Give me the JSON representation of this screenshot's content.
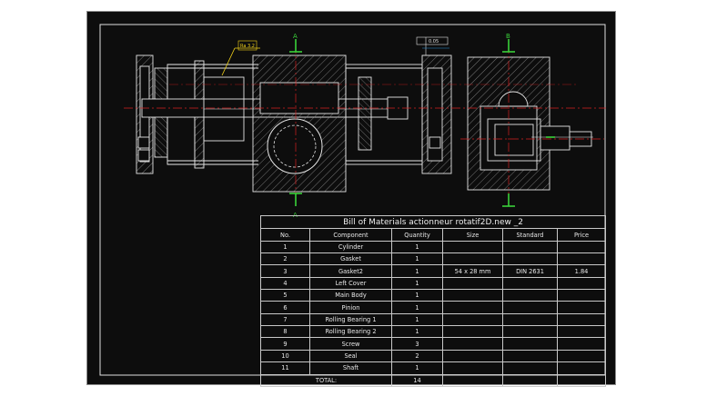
{
  "section_labels": {
    "a_top": "A",
    "a_bottom": "A",
    "b_top": "B"
  },
  "annotations": {
    "roughness": "Ra 3.2",
    "tolerance": "0.05"
  },
  "bom": {
    "title": "Bill of Materials actionneur rotatif2D.new _2",
    "headers": [
      "No.",
      "Component",
      "Quantity",
      "Size",
      "Standard",
      "Price"
    ],
    "rows": [
      [
        "1",
        "Cylinder",
        "1",
        "",
        "",
        ""
      ],
      [
        "2",
        "Gasket",
        "1",
        "",
        "",
        ""
      ],
      [
        "3",
        "Gasket2",
        "1",
        "54 x 28 mm",
        "DIN 2631",
        "1.84"
      ],
      [
        "4",
        "Left Cover",
        "1",
        "",
        "",
        ""
      ],
      [
        "5",
        "Main Body",
        "1",
        "",
        "",
        ""
      ],
      [
        "6",
        "Pinion",
        "1",
        "",
        "",
        ""
      ],
      [
        "7",
        "Rolling Bearing 1",
        "1",
        "",
        "",
        ""
      ],
      [
        "8",
        "Rolling Bearing 2",
        "1",
        "",
        "",
        ""
      ],
      [
        "9",
        "Screw",
        "3",
        "",
        "",
        ""
      ],
      [
        "10",
        "Seal",
        "2",
        "",
        "",
        ""
      ],
      [
        "11",
        "Shaft",
        "1",
        "",
        "",
        ""
      ]
    ],
    "total": {
      "label": "TOTAL:",
      "quantity": "14"
    }
  },
  "colors": {
    "background": "#0d0d0d",
    "line": "#e6e6e6",
    "hatch": "#8f8f8f",
    "centerline": "#d42020",
    "section_marker": "#3ad13a",
    "dimension": "#2a8fd8",
    "note": "#f2d21a"
  }
}
